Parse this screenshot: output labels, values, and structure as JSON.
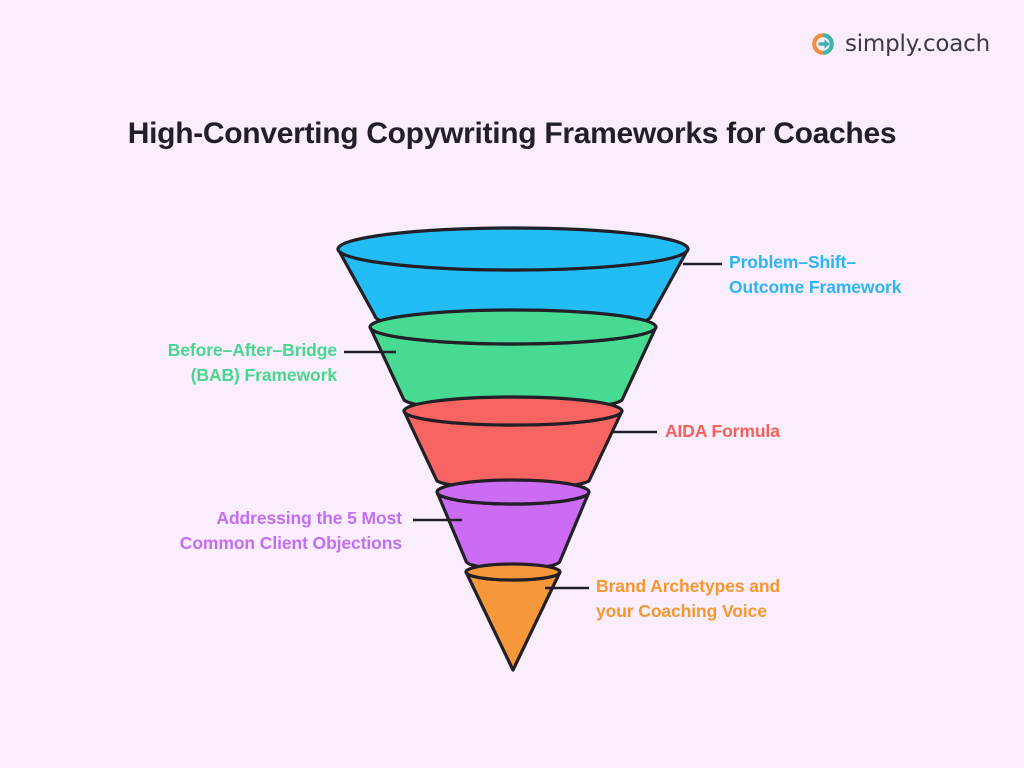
{
  "brand": {
    "logo_icon": "simply-coach-circle-arrow-logo",
    "name": "simply.coach",
    "colors": {
      "orange": "#ef8f43",
      "teal": "#3bb4ad",
      "wordmark": "#3b3a45"
    }
  },
  "header": {
    "title": "High-Converting Copywriting Frameworks for Coaches"
  },
  "background_color": "#faedfd",
  "chart_data": {
    "type": "funnel",
    "title": "High-Converting Copywriting Frameworks for Coaches",
    "orientation": "vertical-inverted-cone",
    "legend": "inline-leader-lines",
    "stage_count": 5,
    "stages": [
      {
        "index": 1,
        "label": "Problem–Shift–\nOutcome Framework",
        "label_plain": "Problem–Shift–Outcome Framework",
        "color": "#22bdf5",
        "label_color": "#2ab6f0",
        "label_side": "right",
        "relative_width": 100
      },
      {
        "index": 2,
        "label": "Before–After–Bridge\n(BAB) Framework",
        "label_plain": "Before–After–Bridge (BAB) Framework",
        "color": "#47da93",
        "label_color": "#49d68f",
        "label_side": "left",
        "relative_width": 80
      },
      {
        "index": 3,
        "label": "AIDA Formula",
        "label_plain": "AIDA Formula",
        "color": "#f76562",
        "label_color": "#f4615d",
        "label_side": "right",
        "relative_width": 60
      },
      {
        "index": 4,
        "label": "Addressing the 5 Most\nCommon Client Objections",
        "label_plain": "Addressing the 5 Most Common Client Objections",
        "color": "#cc6cf5",
        "label_color": "#c36ef0",
        "label_side": "left",
        "relative_width": 41
      },
      {
        "index": 5,
        "label": "Brand Archetypes and\nyour Coaching Voice",
        "label_plain": "Brand Archetypes and your Coaching Voice",
        "color": "#f7973b",
        "label_color": "#f2982f",
        "label_side": "right",
        "relative_width": 24
      }
    ],
    "stroke_color": "#231f26",
    "xlabel": "",
    "ylabel": "",
    "grid": false
  }
}
